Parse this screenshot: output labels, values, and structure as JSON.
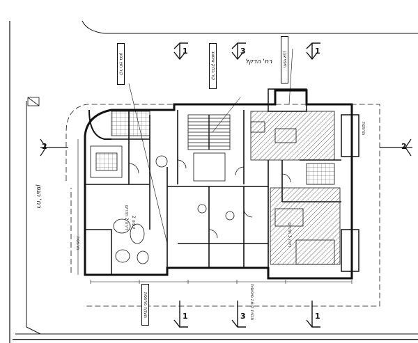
{
  "streets": {
    "top": "רח' הדקל",
    "left": "רח' הגפן"
  },
  "section_marks": {
    "left": "2",
    "right": "2",
    "top": [
      "1",
      "3",
      "1"
    ],
    "bottom": [
      "1",
      "3",
      "1"
    ]
  },
  "room_labels": {
    "unit_left": "דירה 2 חדרים",
    "unit_left_floor": "קומה 2",
    "unit_right": "דירה 3 חדרים",
    "balcony_left": "מרפסת",
    "balcony_right": "מרפסת"
  },
  "callouts": [
    "קיר חוץ בטון",
    "קיר בלוק איטונג",
    "חיפוי אבן",
    "מעקה מרפסת"
  ],
  "bottom_note": "תכנית קומה טיפוסית",
  "colors": {
    "ink": "#111111",
    "paper": "#ffffff"
  }
}
